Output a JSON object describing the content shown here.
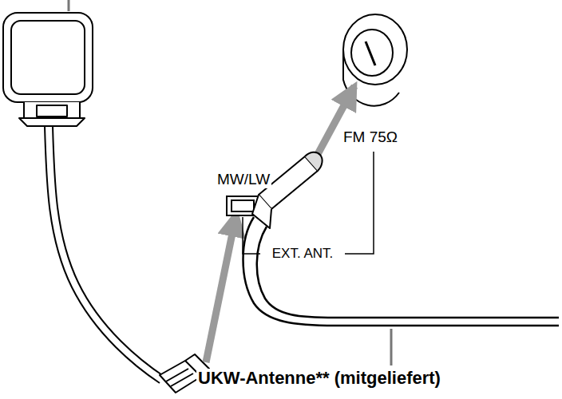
{
  "diagram": {
    "labels": [
      "MW/LW",
      "FM 75Ω",
      "EXT. ANT.",
      "UKW-Antenne** (mitgeliefert)"
    ]
  }
}
